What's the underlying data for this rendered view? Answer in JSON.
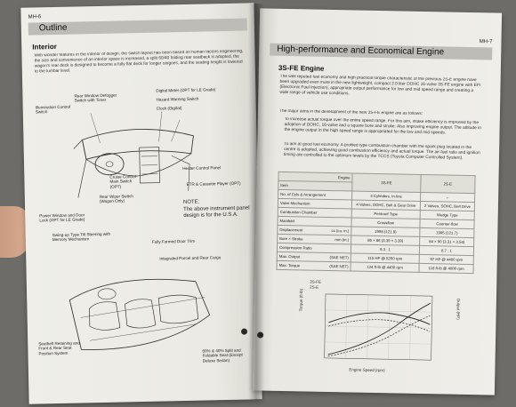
{
  "left_page": {
    "page_number": "MH-6",
    "header": "Outline",
    "section": "Interior",
    "intro_text": "With wonder features in the interior of design, the switch layout has been based on human factors engineering, the size and convenience of an interior space is increased, a split 60/40 folding rear seatback is adopted, the wagon's rear deck is designed to become a fully flat deck for longer cargoes, and the seating height is lowered to the lumbar level.",
    "callouts": {
      "digital_meter": "Digital Meter (OPT for LE Grade)",
      "hazard_switch": "Hazard Warning Switch",
      "clock": "Clock (Digital)",
      "heater_panel": "Heater Control Panel",
      "etr_player": "ETR & Cassette Player (OPT)",
      "illumination": "Illumination Control Switch",
      "rear_defogger": "Rear Window Defogger Switch with Timer",
      "cruise_control": "Cruise Control Main Switch (OPT)",
      "rear_wiper": "Rear Wiper Switch (Wagon Only)",
      "power_window": "Power Window and Door Lock (OPT for LE Grade)",
      "tilt_steering": "Swing-up Type Tilt Steering with Memory Mechanism",
      "door_trim": "Fully Formed Door Trim",
      "rear_cargo": "Integrated Parcel and Rear Cargo",
      "seatbelt": "Seatbelt Retaining and Front & Rear Seat Position System",
      "folding_seat": "60% & 40% Split and Foldable Seat (Except Deluxe Sedan)"
    },
    "note_label": "NOTE:",
    "note_text": "The above instrument panel design is for the U.S.A."
  },
  "right_page": {
    "page_number": "MH-7",
    "header": "High-performance and Economical Engine",
    "section": "3S-FE Engine",
    "intro_text": "The well reputed fuel economy and high practical torque characteristic of the previous 2S-E engine have been upgraded even more in the new lightweight, compact 2.0 liter DOHC 16-valve 3S-FE engine with EFI (Electronic Fuel Injection), appropriate output performance for low and mid speed range and creating a wide range of vehicle use conditions.",
    "lead_text": "The major aims in the development of the new 3S-FE engine are as follows:",
    "bullet_1": "To increase actual torque over the entire speed range. For this aim, intake efficiency is improved by the adoption of DOHC, 16-valve and a square bore and stroke. Also improving engine output. The attitude in the engine output in the high speed range is appropriated for the low and mid speeds.",
    "bullet_2": "To aim at good fuel economy. A profiled type combustion chamber with the spark plug located in the centre is adopted, achieving good combustion efficiency and actual torque. The air-fuel ratio and ignition timing are controlled to the optimum levels by the TCCS (Toyota Computer Controlled System)."
  },
  "spec_table": {
    "header_engine": "Engine",
    "header_item": "Item",
    "col_a": "3S-FE",
    "col_b": "2S-E",
    "rows": [
      {
        "label": "No. of Cyls & Arrangement",
        "unit": "",
        "a": "4 Cylinders, In-line",
        "b": "←"
      },
      {
        "label": "Valve Mechanism",
        "unit": "",
        "a": "4 Valves, DOHC, Belt & Gear Drive",
        "b": "2 Valves, SOHC, Belt Drive"
      },
      {
        "label": "Combustion Chamber",
        "unit": "",
        "a": "Pentroof Type",
        "b": "Wedge Type"
      },
      {
        "label": "Manifold",
        "unit": "",
        "a": "Crossflow",
        "b": "Counter-flow"
      },
      {
        "label": "Displacement",
        "unit": "cc (cu. in.)",
        "a": "1998 (121.9)",
        "b": "1995 (121.7)"
      },
      {
        "label": "Bore × Stroke",
        "unit": "mm (in.)",
        "a": "86 × 86 (3.39 × 3.39)",
        "b": "84 × 90 (3.31 × 3.54)"
      },
      {
        "label": "Compression Ratio",
        "unit": "",
        "a": "9.3 : 1",
        "b": "8.7 : 1"
      },
      {
        "label": "Max. Output",
        "unit": "(SAE NET)",
        "a": "115 HP @ 5200 rpm",
        "b": "97 HP @ 4400 rpm"
      },
      {
        "label": "Max. Torque",
        "unit": "(SAE NET)",
        "a": "124 ft·lb @ 4400 rpm",
        "b": "118 ft·lb @ 4000 rpm"
      }
    ]
  },
  "graph": {
    "legend_a": "3S-FE",
    "legend_b": "2S-E",
    "xlabel": "Engine Speed (rpm)",
    "ylabel_left": "Torque (ft·lb)",
    "ylabel_right": "Output (HP)"
  },
  "colors": {
    "header_bar": "#bdbcb6",
    "page": "#ecebe6",
    "background": "#6e6c68"
  }
}
